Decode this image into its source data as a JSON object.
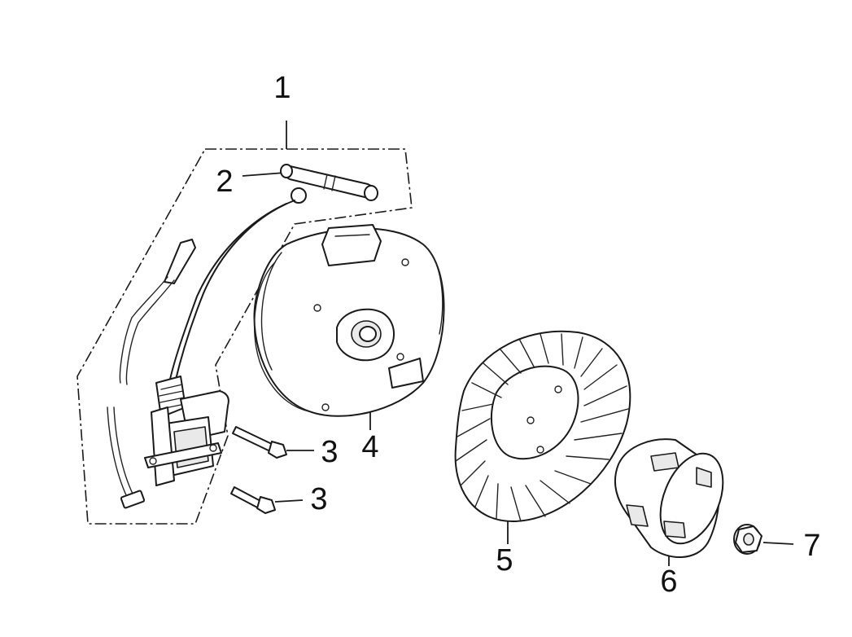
{
  "callouts": [
    {
      "id": "label-1",
      "text": "1"
    },
    {
      "id": "label-2",
      "text": "2"
    },
    {
      "id": "label-3a",
      "text": "3"
    },
    {
      "id": "label-3b",
      "text": "3"
    },
    {
      "id": "label-4",
      "text": "4"
    },
    {
      "id": "label-5",
      "text": "5"
    },
    {
      "id": "label-6",
      "text": "6"
    },
    {
      "id": "label-7",
      "text": "7"
    }
  ]
}
